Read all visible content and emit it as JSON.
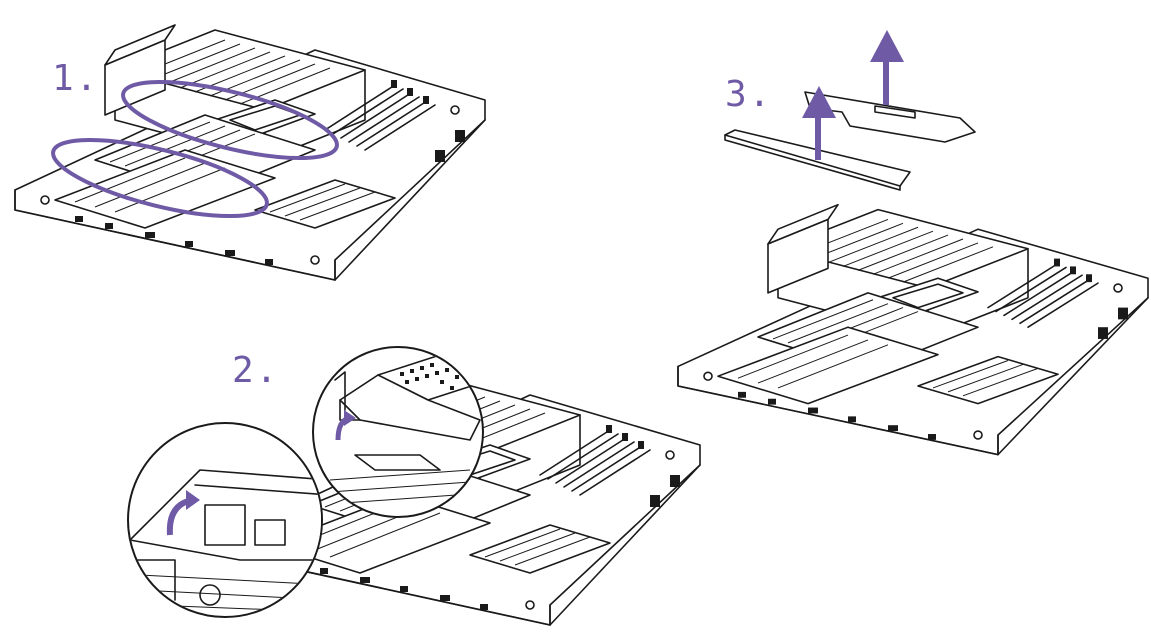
{
  "steps": [
    {
      "label": "1."
    },
    {
      "label": "2."
    },
    {
      "label": "3."
    }
  ],
  "colors": {
    "accent": "#6f5aa6",
    "line": "#1a1a1a",
    "background": "#ffffff"
  },
  "icons": {
    "highlight": "ellipse-highlight-icon",
    "lift_arrow": "arrow-up-icon",
    "rotate_arrow": "curved-arrow-icon"
  }
}
